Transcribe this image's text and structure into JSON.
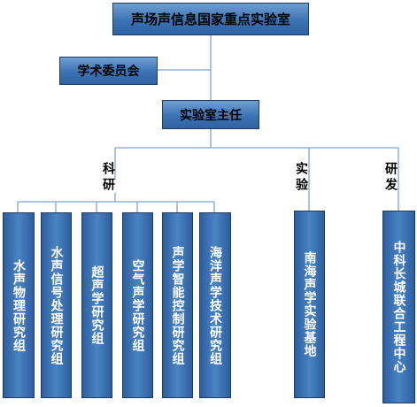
{
  "title": "声场声信息国家重点实验室",
  "committee": "学术委员会",
  "director": "实验室主任",
  "branches": {
    "research": "科研",
    "experiment": "实验",
    "development": "研发"
  },
  "research_groups": [
    "水声物理研究组",
    "水声信号处理研究组",
    "超声学研究组",
    "空气声学研究组",
    "声学智能控制研究组",
    "海洋声学技术研究组"
  ],
  "experiment_base": "南海声学实验基地",
  "development_center": "中科长城联合工程中心",
  "colors": {
    "box_fill": "#3c73b3",
    "box_border": "#1f3c63",
    "line": "#8fb0d8",
    "leaf_text": "#ffffff"
  }
}
